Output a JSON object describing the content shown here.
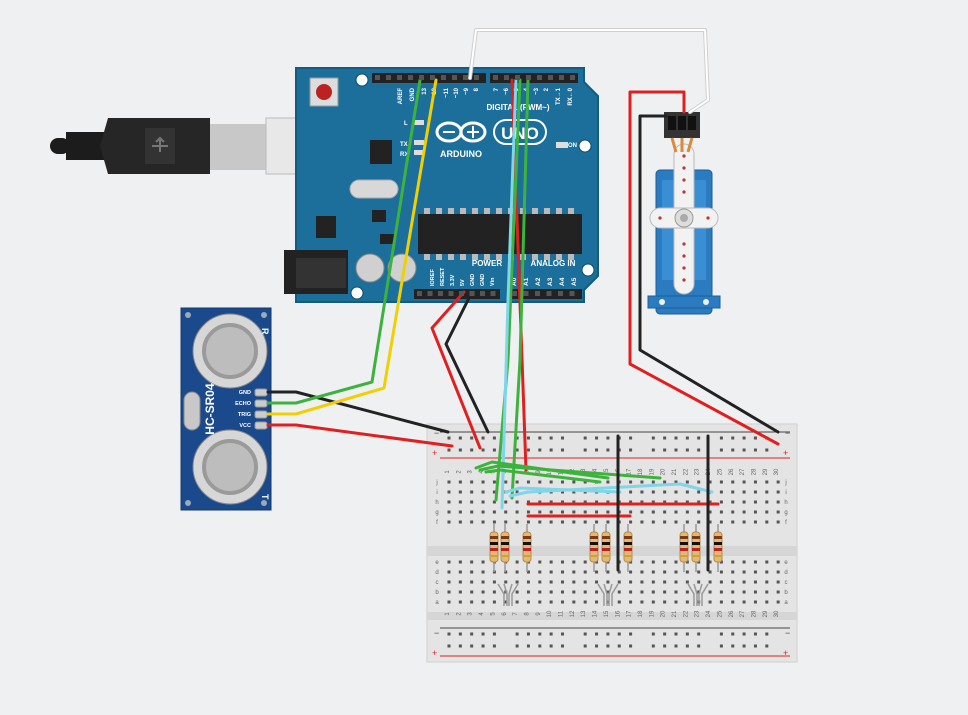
{
  "arduino": {
    "brand": "ARDUINO",
    "model": "UNO",
    "digital_header": "DIGITAL (PWM~)",
    "power_header": "POWER",
    "analog_header": "ANALOG IN",
    "on_label": "ON",
    "tx_label": "TX",
    "rx_label": "RX",
    "l_label": "L",
    "top_pins": [
      "AREF",
      "GND",
      "13",
      "12",
      "~11",
      "~10",
      "~9",
      "8",
      "7",
      "~6",
      "~5",
      "4",
      "~3",
      "2",
      "TX→1",
      "RX←0"
    ],
    "power_pins": [
      "IOREF",
      "RESET",
      "3.3V",
      "5V",
      "GND",
      "GND",
      "Vin"
    ],
    "analog_pins": [
      "A0",
      "A1",
      "A2",
      "A3",
      "A4",
      "A5"
    ]
  },
  "sensor": {
    "model": "HC-SR04",
    "pins": [
      "GND",
      "ECHO",
      "TRIG",
      "VCC"
    ],
    "t_label": "T",
    "r_label": "R"
  },
  "breadboard": {
    "rail_minus": "−",
    "rail_plus": "+",
    "row_letters_top": [
      "j",
      "i",
      "h",
      "g",
      "f"
    ],
    "row_letters_bottom": [
      "e",
      "d",
      "c",
      "b",
      "a"
    ],
    "columns": [
      "1",
      "2",
      "3",
      "4",
      "5",
      "6",
      "7",
      "8",
      "9",
      "10",
      "11",
      "12",
      "13",
      "14",
      "15",
      "16",
      "17",
      "18",
      "19",
      "20",
      "21",
      "22",
      "23",
      "24",
      "25",
      "26",
      "27",
      "28",
      "29",
      "30"
    ]
  },
  "colors": {
    "arduino": "#1b6f9a",
    "sensor": "#1a4a8c",
    "servo": "#2a7bc0",
    "wire_red": "#e02020",
    "wire_black": "#222222",
    "wire_green": "#3db33d",
    "wire_yellow": "#f0d000",
    "wire_cyan": "#7fd6e8",
    "wire_white": "#f4f4f4"
  }
}
